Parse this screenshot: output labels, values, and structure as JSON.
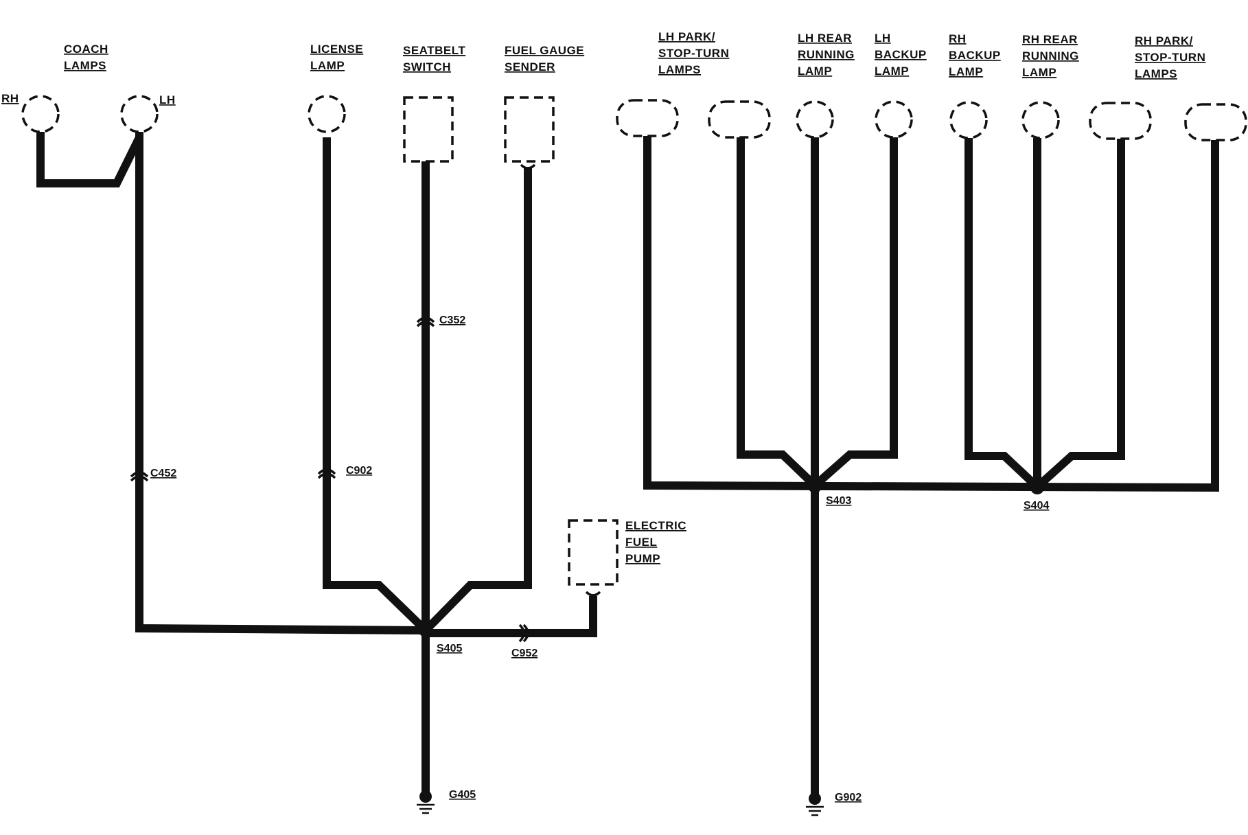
{
  "components": {
    "coach_lamps": {
      "line1": "COACH",
      "line2": "LAMPS",
      "rh": "RH",
      "lh": "LH"
    },
    "license_lamp": {
      "line1": "LICENSE",
      "line2": "LAMP"
    },
    "seatbelt_switch": {
      "line1": "SEATBELT",
      "line2": "SWITCH"
    },
    "fuel_gauge_sender": {
      "line1": "FUEL GAUGE",
      "line2": "SENDER"
    },
    "electric_fuel_pump": {
      "line1": "ELECTRIC",
      "line2": "FUEL",
      "line3": "PUMP"
    },
    "lh_park_stop_turn": {
      "line1": "LH PARK/",
      "line2": "STOP-TURN",
      "line3": "LAMPS"
    },
    "lh_rear_running": {
      "line1": "LH REAR",
      "line2": "RUNNING",
      "line3": "LAMP"
    },
    "lh_backup": {
      "line1": "LH",
      "line2": "BACKUP",
      "line3": "LAMP"
    },
    "rh_backup": {
      "line1": "RH",
      "line2": "BACKUP",
      "line3": "LAMP"
    },
    "rh_rear_running": {
      "line1": "RH REAR",
      "line2": "RUNNING",
      "line3": "LAMP"
    },
    "rh_park_stop_turn": {
      "line1": "RH PARK/",
      "line2": "STOP-TURN",
      "line3": "LAMPS"
    }
  },
  "connectors": {
    "c452": "C452",
    "c902": "C902",
    "c352": "C352",
    "c952": "C952"
  },
  "splices": {
    "s405": "S405",
    "s403": "S403",
    "s404": "S404"
  },
  "grounds": {
    "g405": "G405",
    "g902": "G902"
  }
}
